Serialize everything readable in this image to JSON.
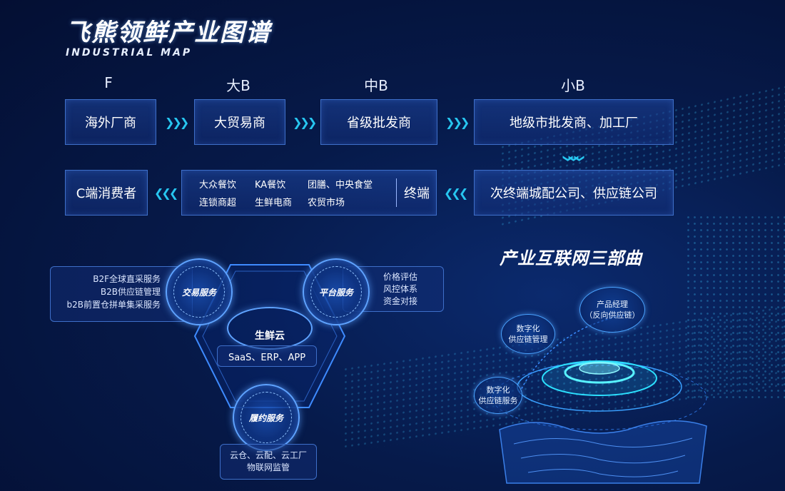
{
  "header": {
    "title": "飞熊领鲜产业图谱",
    "subtitle": "INDUSTRIAL MAP"
  },
  "tiers": [
    "F",
    "大B",
    "中B",
    "小B"
  ],
  "chain_row1": [
    "海外厂商",
    "大贸易商",
    "省级批发商",
    "地级市批发商、加工厂"
  ],
  "chain_row2": {
    "secondary": "次终端城配公司、供应链公司",
    "terminal_label": "终端",
    "terminal_items": [
      "大众餐饮",
      "KA餐饮",
      "团膳、中央食堂",
      "连锁商超",
      "生鲜电商",
      "农贸市场"
    ],
    "consumer": "C端消费者"
  },
  "cloud": {
    "center_title": "生鲜云",
    "center_sub": "SaaS、ERP、APP",
    "trade_service": "交易服务",
    "trade_items": [
      "B2F全球直采服务",
      "B2B供应链管理",
      "b2B前置仓拼单集采服务"
    ],
    "platform_service": "平台服务",
    "platform_items": [
      "价格评估",
      "风控体系",
      "资金对接"
    ],
    "fulfill_service": "履约服务",
    "fulfill_items": [
      "云仓、云配、云工厂",
      "物联网监管"
    ]
  },
  "trilogy": {
    "title": "产业互联网三部曲",
    "step1": [
      "数字化",
      "供应链服务"
    ],
    "step2": [
      "数字化",
      "供应链管理"
    ],
    "step3": [
      "产品经理",
      "（反向供应链）"
    ]
  },
  "colors": {
    "background": "#061a4a",
    "box_border": "#3e6fc9",
    "arrow": "#27c6f0",
    "glow": "#5fa3ff"
  }
}
